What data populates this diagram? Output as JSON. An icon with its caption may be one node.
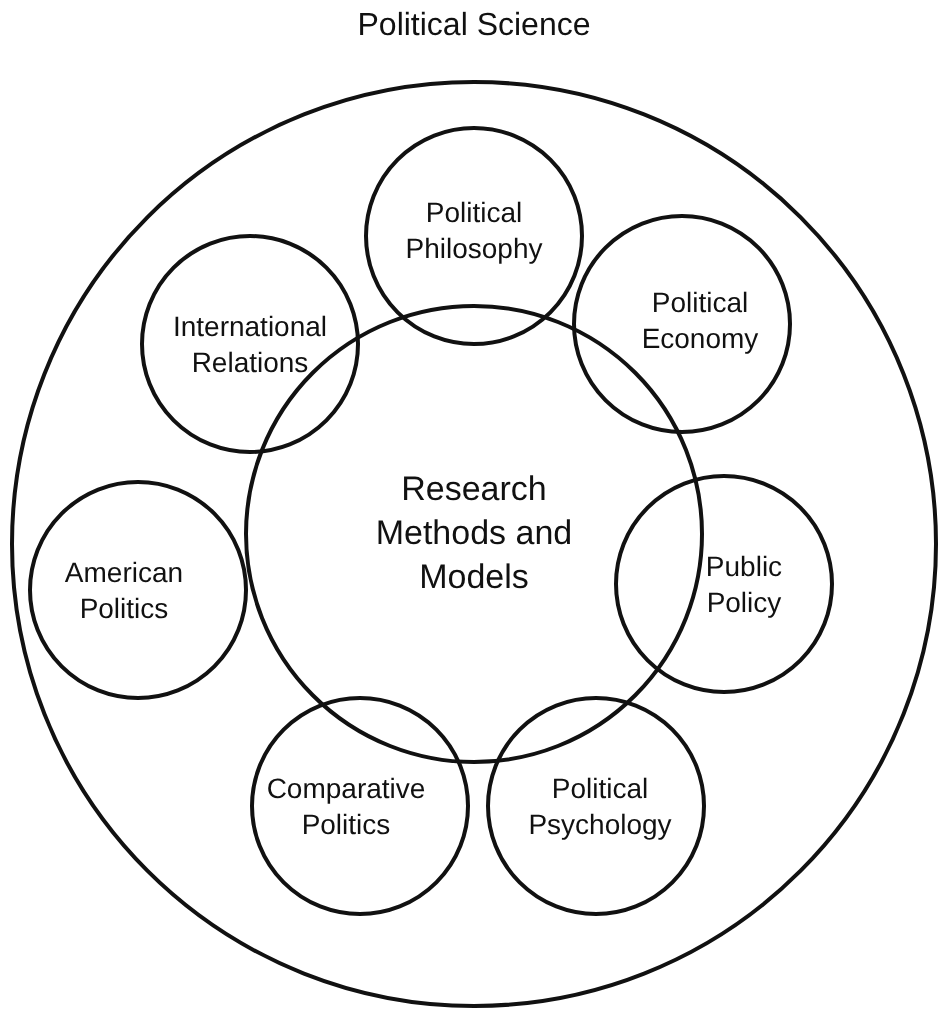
{
  "diagram": {
    "nodes": [
      {
        "text": [
          "Political Science"
        ]
      },
      {
        "text": [
          "Political Philosophy"
        ],
        "in": 0
      },
      {
        "text": [
          "International Relations"
        ],
        "in": 0
      },
      {
        "text": [
          "Political Economy"
        ],
        "in": 0
      },
      {
        "text": [
          "Research Methods and Models"
        ],
        "in": 0
      },
      {
        "text": [
          "American Politics"
        ],
        "in": 0
      },
      {
        "text": [
          "Public Policy"
        ],
        "in": 0
      },
      {
        "text": [
          "Comparative Politics"
        ],
        "in": 0
      },
      {
        "text": [
          "Political Psychology"
        ],
        "in": 0
      }
    ]
  }
}
